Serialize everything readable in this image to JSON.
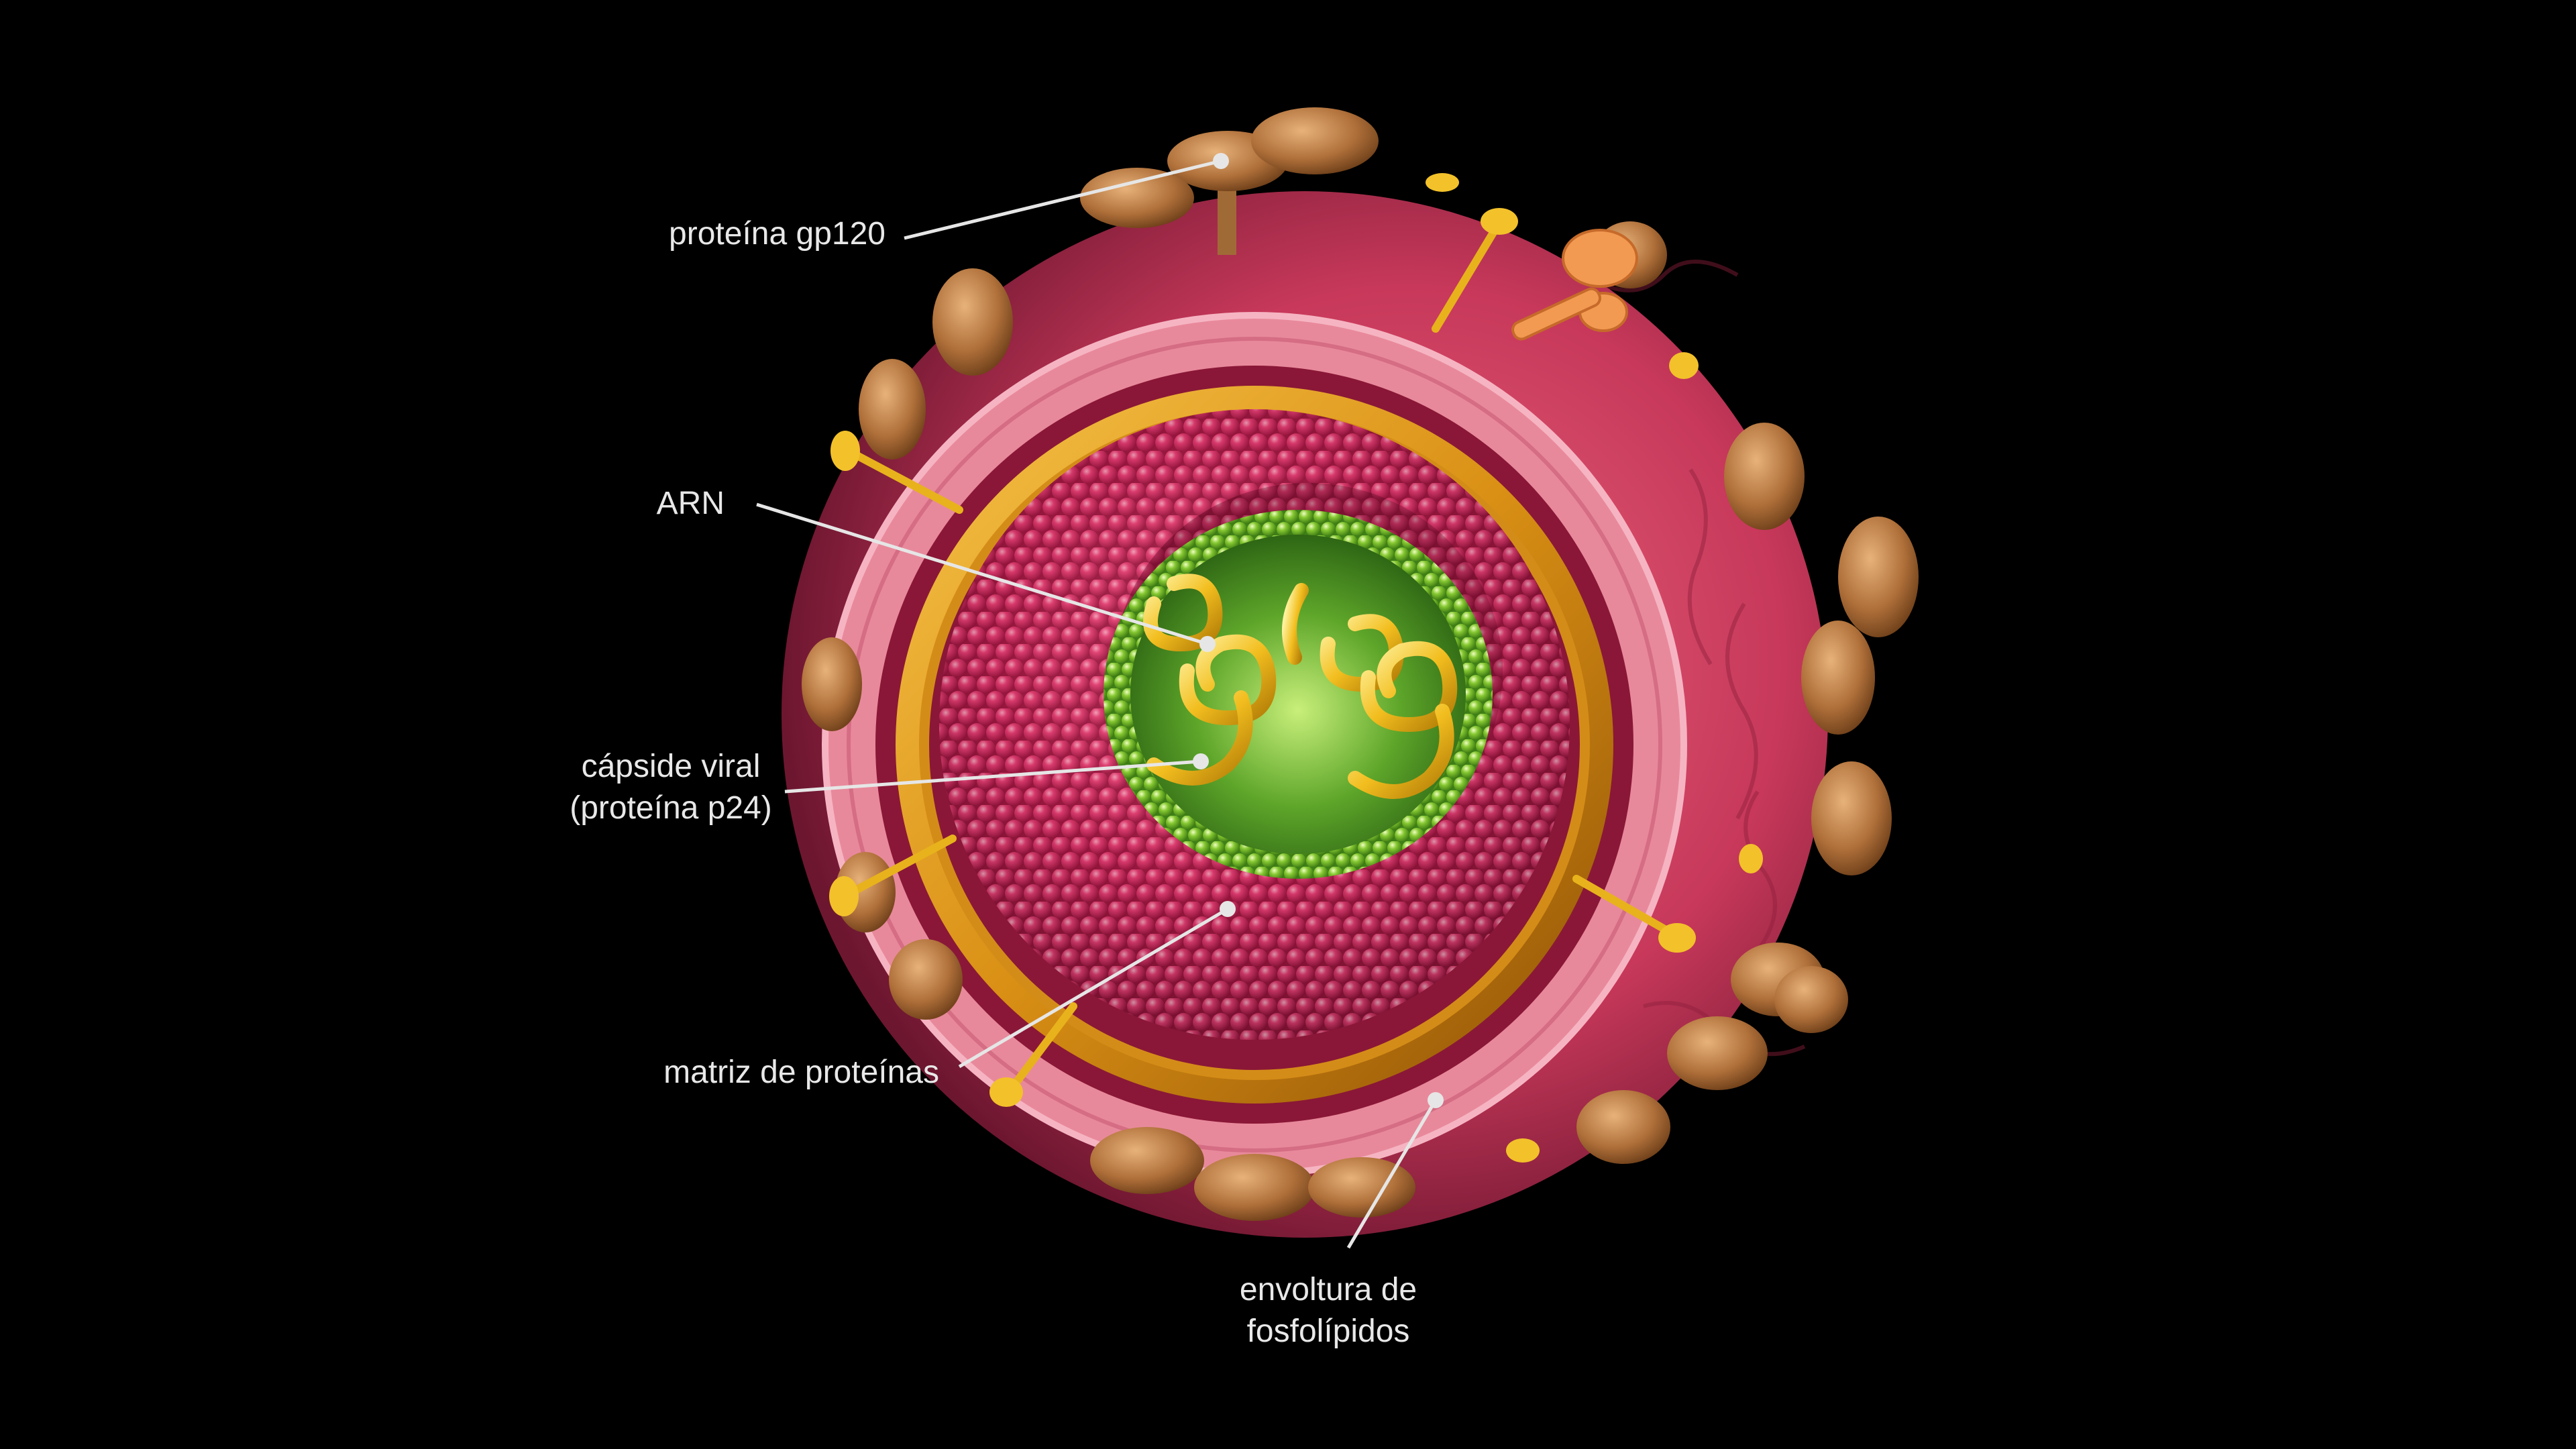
{
  "labels": {
    "gp120": "proteína gp120",
    "arn": "ARN",
    "capside_line1": "cápside viral",
    "capside_line2": "(proteína p24)",
    "matriz": "matriz de proteínas",
    "envoltura_line1": "envoltura de",
    "envoltura_line2": "fosfolípidos"
  },
  "colors": {
    "background": "#000000",
    "label_text": "#e8e8e8",
    "leader_line": "#e6e6e6",
    "envelope_pink": "#e8899b",
    "matrix_gold": "#e0a021",
    "capsid_red": "#c41e52",
    "core_green": "#7dc22c",
    "rna_yellow": "#f3c12a",
    "spike_brown": "#b8773a"
  }
}
